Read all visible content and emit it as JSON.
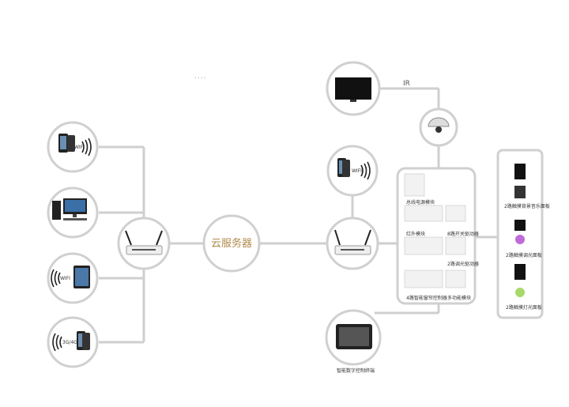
{
  "cloud": {
    "label": "云服务器"
  },
  "ir": {
    "label": "IR"
  },
  "dots": "....",
  "devices": {
    "phone_wifi": "WIFI",
    "ipad_wifi": "WIFI",
    "phone_3g4g": "3G/4G",
    "right_phone_wifi": "WIFI"
  },
  "cabinet": {
    "modules": [
      {
        "label": "总线电源模块"
      },
      {
        "label": "红外模块"
      },
      {
        "label": "8路开关驱动器"
      },
      {
        "label": "2路调光驱动器"
      },
      {
        "label": "4路智能窗帘控制器"
      },
      {
        "label": "多功能模块"
      }
    ]
  },
  "panels": [
    {
      "label": "2路触摸背景音乐面板"
    },
    {
      "label": "2路触摸调光面板"
    },
    {
      "label": "2路触摸灯光面板"
    }
  ],
  "terminal": {
    "label": "智能数字控制终端"
  },
  "colors": {
    "line": "#cfcfcf",
    "circle_stroke": "#d0d0d0",
    "cloud_text": "#b08a4a"
  }
}
